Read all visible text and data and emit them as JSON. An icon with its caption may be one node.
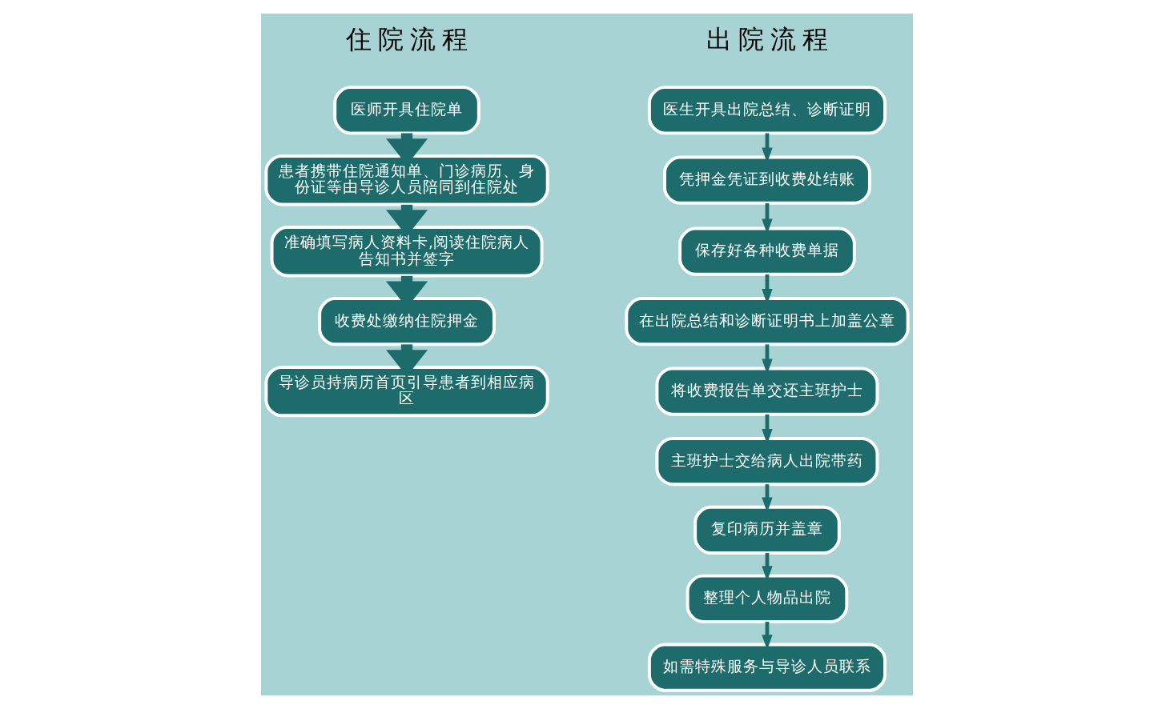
{
  "diagram": {
    "nodes": [
      {
        "text": [
          "医师开具住院单"
        ]
      },
      {
        "text": [
          "患者携带住院通知单、门诊病历、身份证等由导诊人员陪同到住院处"
        ]
      },
      {
        "text": [
          "准确填写病人资料卡,阅读住院病人告知书并签字"
        ]
      },
      {
        "text": [
          "收费处缴纳住院押金"
        ]
      },
      {
        "text": [
          "导诊员持病历首页引导患者到相应病区"
        ]
      },
      {
        "text": [
          "医生开具出院总结、诊断证明"
        ]
      },
      {
        "text": [
          "凭押金凭证到收费处结账"
        ]
      },
      {
        "text": [
          "保存好各种收费单据"
        ]
      },
      {
        "text": [
          "在出院总结和诊断证明书上加盖公章"
        ]
      },
      {
        "text": [
          "将收费报告单交还主班护士"
        ]
      },
      {
        "text": [
          "主班护士交给病人出院带药"
        ]
      },
      {
        "text": [
          "复印病历并盖章"
        ]
      },
      {
        "text": [
          "整理个人物品出院"
        ]
      },
      {
        "text": [
          "如需特殊服务与导诊人员联系"
        ]
      }
    ],
    "edges": [
      {
        "from": 0,
        "to": 1,
        "arrow": "to",
        "style": "thick"
      },
      {
        "from": 1,
        "to": 2,
        "arrow": "to",
        "style": "thick"
      },
      {
        "from": 2,
        "to": 3,
        "arrow": "to",
        "style": "thick"
      },
      {
        "from": 3,
        "to": 4,
        "arrow": "to",
        "style": "thick"
      },
      {
        "from": 5,
        "to": 6,
        "arrow": "to"
      },
      {
        "from": 6,
        "to": 7,
        "arrow": "to"
      },
      {
        "from": 7,
        "to": 8,
        "arrow": "to"
      },
      {
        "from": 8,
        "to": 9,
        "arrow": "to"
      },
      {
        "from": 9,
        "to": 10,
        "arrow": "to"
      },
      {
        "from": 10,
        "to": 11,
        "arrow": "to"
      },
      {
        "from": 11,
        "to": 12,
        "arrow": "to"
      },
      {
        "from": 12,
        "to": 13,
        "arrow": "to"
      }
    ],
    "labels": [
      "住 院 流 程",
      "出 院 流 程"
    ]
  }
}
